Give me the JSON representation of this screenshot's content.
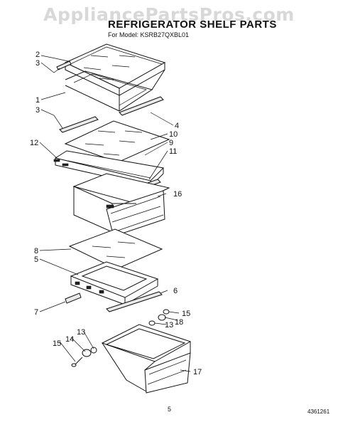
{
  "watermark": "AppliancePartsPros.com",
  "header": {
    "title": "REFRIGERATOR SHELF PARTS",
    "subtitle": "For Model: KSRB27QXBL01"
  },
  "footer": {
    "page_number": "5",
    "document_number": "4361261"
  },
  "callouts": [
    "2",
    "3",
    "1",
    "3",
    "4",
    "12",
    "10",
    "9",
    "11",
    "16",
    "8",
    "5",
    "6",
    "7",
    "15",
    "18",
    "13",
    "14",
    "13",
    "15",
    "17"
  ]
}
